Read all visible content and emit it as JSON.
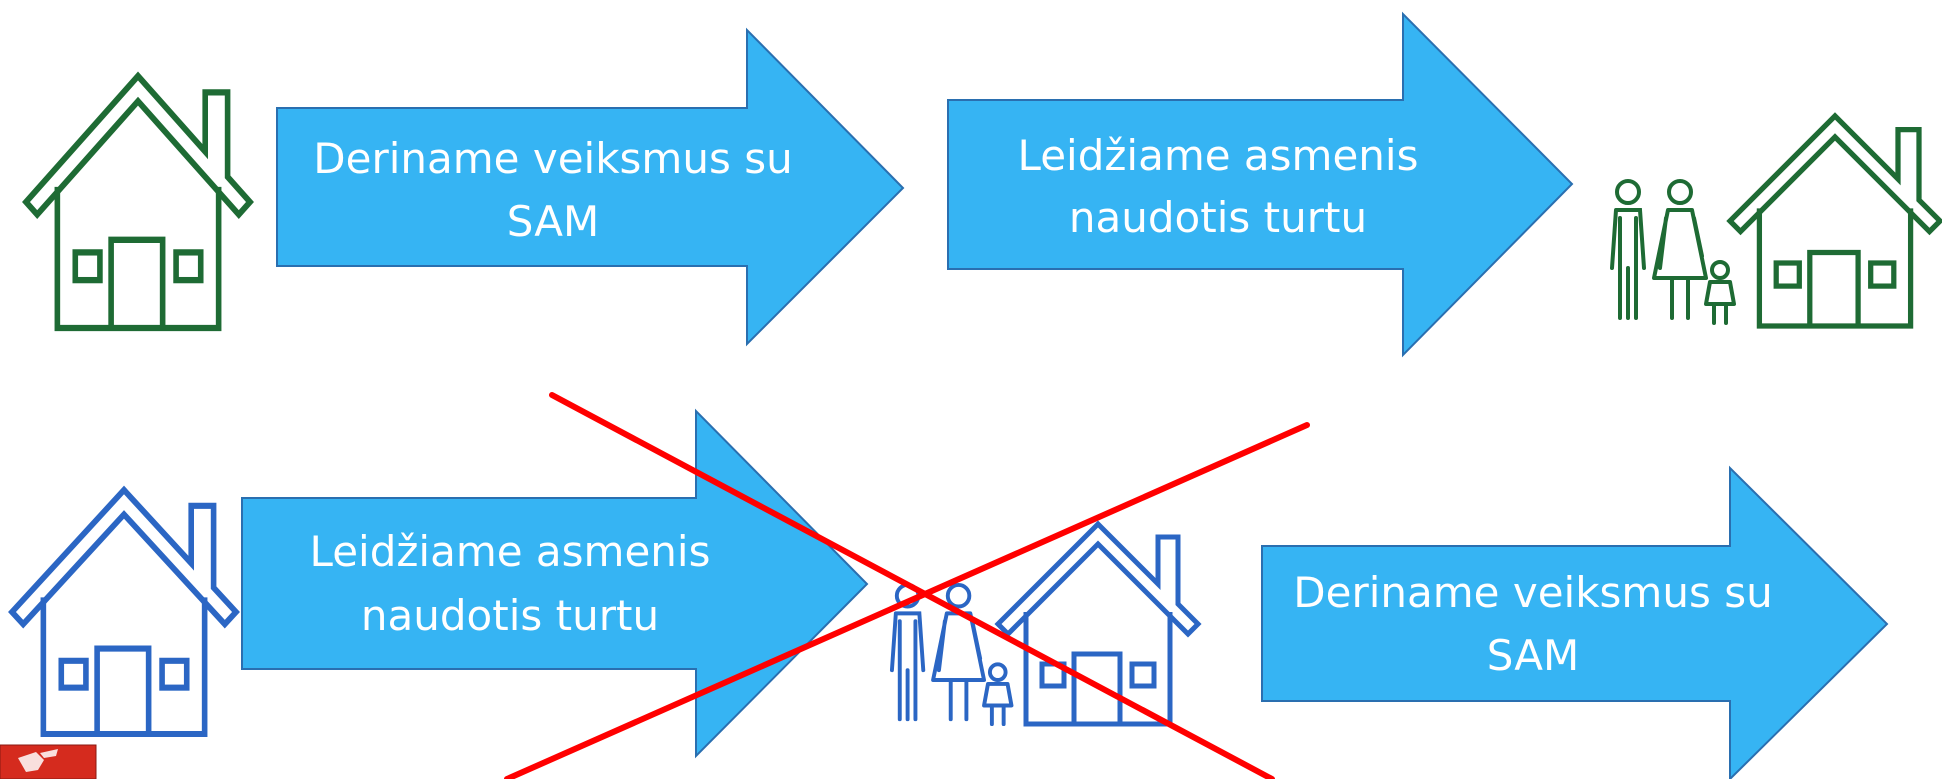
{
  "colors": {
    "arrow_fill": "#36b4f3",
    "arrow_stroke": "#2a6fb0",
    "green_icon": "#1e6b34",
    "blue_icon": "#2b66c4",
    "cross": "#ff0000",
    "emblem_red": "#d52b1e"
  },
  "icons": {
    "top_left": "house-icon",
    "top_right": "family-house-icon",
    "bottom_left": "house-icon",
    "bottom_middle": "family-house-icon",
    "cross": "red-cross-icon",
    "emblem": "vytis-emblem-icon"
  },
  "top_row": {
    "arrow1": {
      "line1": "Deriname  veiksmus su",
      "line2": "SAM"
    },
    "arrow2": {
      "line1": "Leidžiame  asmenis",
      "line2": "naudotis  turtu"
    }
  },
  "bottom_row": {
    "arrow1": {
      "line1": "Leidžiame  asmenis",
      "line2": "naudotis  turtu"
    },
    "arrow2": {
      "line1": "Deriname  veiksmus su",
      "line2": "SAM"
    }
  }
}
